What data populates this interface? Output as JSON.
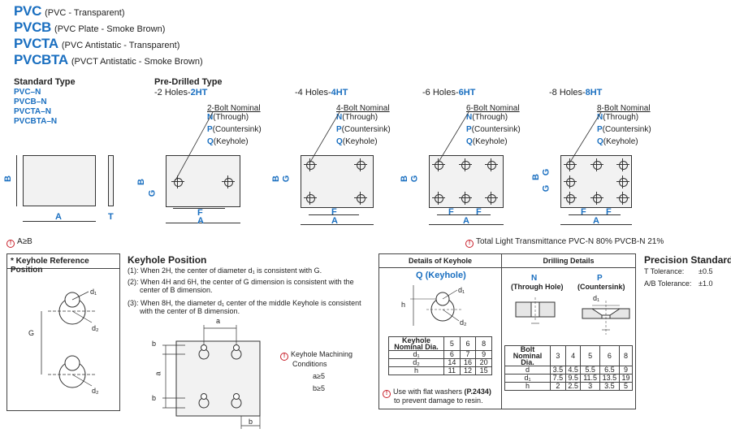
{
  "titles": [
    {
      "code": "PVC",
      "desc": "(PVC - Transparent)"
    },
    {
      "code": "PVCB",
      "desc": "(PVC Plate - Smoke Brown)"
    },
    {
      "code": "PVCTA",
      "desc": "(PVC Antistatic - Transparent)"
    },
    {
      "code": "PVCBTA",
      "desc": "(PVCT Antistatic - Smoke Brown)"
    }
  ],
  "standard": {
    "heading": "Standard Type",
    "codes": [
      "PVC–N",
      "PVCB–N",
      "PVCTA–N",
      "PVCBTA–N"
    ]
  },
  "predrilled": {
    "heading": "Pre-Drilled Type",
    "types": [
      {
        "prefix": "-2 Holes-",
        "code": "2HT",
        "nominal": "2-Bolt Nominal"
      },
      {
        "prefix": "-4 Holes-",
        "code": "4HT",
        "nominal": "4-Bolt Nominal"
      },
      {
        "prefix": "-6 Holes-",
        "code": "6HT",
        "nominal": "6-Bolt Nominal"
      },
      {
        "prefix": "-8 Holes-",
        "code": "8HT",
        "nominal": "8-Bolt Nominal"
      }
    ],
    "options": [
      {
        "letter": "N",
        "text": "(Through)"
      },
      {
        "letter": "P",
        "text": "(Countersink)"
      },
      {
        "letter": "Q",
        "text": "(Keyhole)"
      }
    ]
  },
  "dims": {
    "A": "A",
    "B": "B",
    "T": "T",
    "F": "F",
    "G": "G"
  },
  "notes": {
    "a_ge_b": "A≥B",
    "light": "Total Light Transmittance PVC-N 80%  PVCB-N 21%"
  },
  "keyhole_ref": {
    "title": "* Keyhole Reference Position",
    "G": "G",
    "d1": "d₁",
    "d2": "d₂"
  },
  "keyhole_pos": {
    "title": "Keyhole Position",
    "items": [
      "(1): When 2H, the center of diameter d₁ is consistent with G.",
      "(2): When 4H and 6H, the center of G dimension is consistent with the",
      "center of B dimension.",
      "(3): When 8H, the diameter d₁ center of the middle Keyhole is consistent",
      "with the center of B dimension."
    ],
    "labels": {
      "a": "a",
      "b": "b"
    }
  },
  "machining": {
    "title": "Keyhole Machining",
    "title2": "Conditions",
    "c1": "a≥5",
    "c2": "b≥5"
  },
  "keyhole_details": {
    "header": "Details of Keyhole",
    "sub": "Q (Keyhole)",
    "table": {
      "head": "Keyhole",
      "head2": "Nominal Dia.",
      "cols": [
        "5",
        "6",
        "8"
      ],
      "rows": [
        {
          "label": "d₁",
          "values": [
            "6",
            "7",
            "9"
          ]
        },
        {
          "label": "d₂",
          "values": [
            "14",
            "16",
            "20"
          ]
        },
        {
          "label": "h",
          "values": [
            "11",
            "12",
            "15"
          ]
        }
      ]
    },
    "note1": "Use with flat washers",
    "note_ref": "(P.2434)",
    "note2": "to prevent damage to resin."
  },
  "drilling": {
    "header": "Drilling Details",
    "n_title": "N",
    "n_sub": "(Through Hole)",
    "p_title": "P",
    "p_sub": "(Countersink)",
    "d1": "d₁",
    "table": {
      "head": "Bolt",
      "head2": "Nominal Dia.",
      "cols": [
        "3",
        "4",
        "5",
        "6",
        "8"
      ],
      "rows": [
        {
          "label": "d",
          "values": [
            "3.5",
            "4.5",
            "5.5",
            "6.5",
            "9"
          ]
        },
        {
          "label": "d₁",
          "values": [
            "7.5",
            "9.5",
            "11.5",
            "13.5",
            "19"
          ]
        },
        {
          "label": "h",
          "values": [
            "2",
            "2.5",
            "3",
            "3.5",
            "5"
          ]
        }
      ]
    }
  },
  "precision": {
    "title": "Precision Standard",
    "t_label": "T Tolerance:",
    "t_value": "±0.5",
    "ab_label": "A/B Tolerance:",
    "ab_value": "±1.0"
  },
  "colors": {
    "accent": "#1a6fc0",
    "warning": "#c8202a"
  }
}
